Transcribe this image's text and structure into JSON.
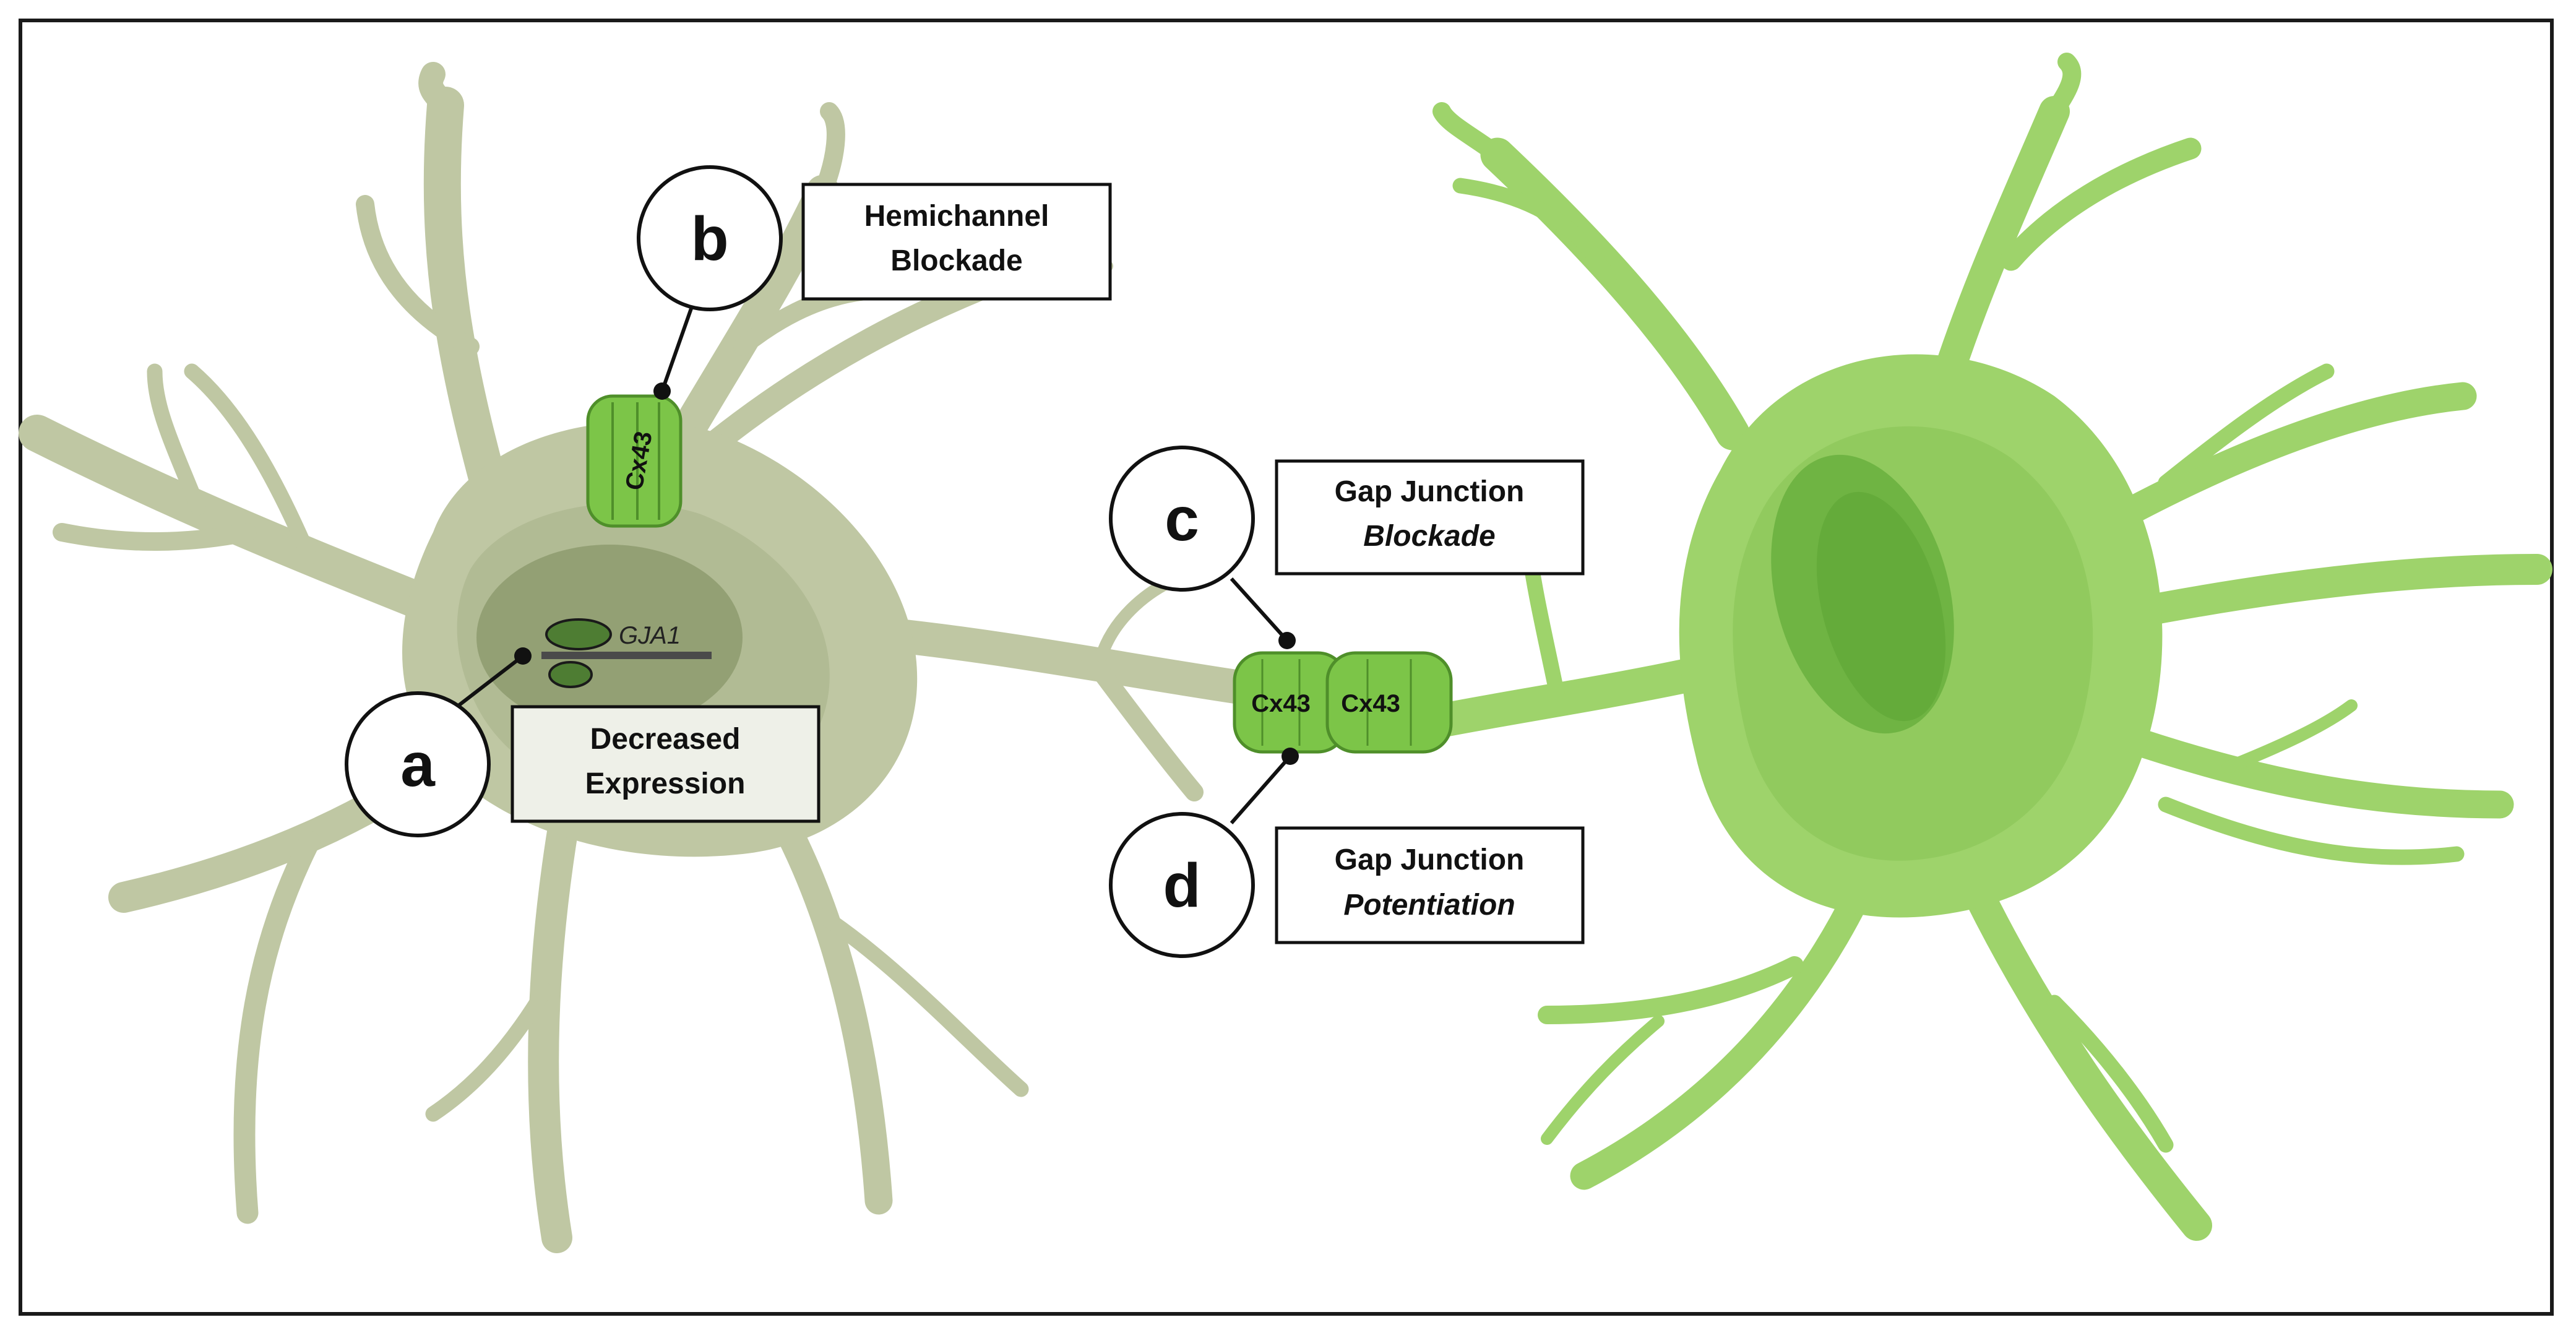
{
  "callouts": {
    "a": {
      "letter": "a",
      "line1": "Decreased",
      "line2": "Expression"
    },
    "b": {
      "letter": "b",
      "line1": "Hemichannel",
      "line2": "Blockade"
    },
    "c": {
      "letter": "c",
      "line1": "Gap Junction",
      "line2": "Blockade"
    },
    "d": {
      "letter": "d",
      "line1": "Gap Junction",
      "line2": "Potentiation"
    }
  },
  "labels": {
    "hemichannel": "Cx43",
    "gap_left": "Cx43",
    "gap_right": "Cx43",
    "gene": "GJA1"
  },
  "colors": {
    "left_cell": "#bfc7a3",
    "left_cell_dark": "#a9b38b",
    "left_nucleus": "#8e9b6f",
    "right_cell": "#9ed36b",
    "right_cell_dark": "#86c354",
    "right_nucleus": "#6fb443",
    "connexin": "#7cc548",
    "connexin_edge": "#4f8f2a",
    "gene_ovals": "#4e7d33"
  }
}
